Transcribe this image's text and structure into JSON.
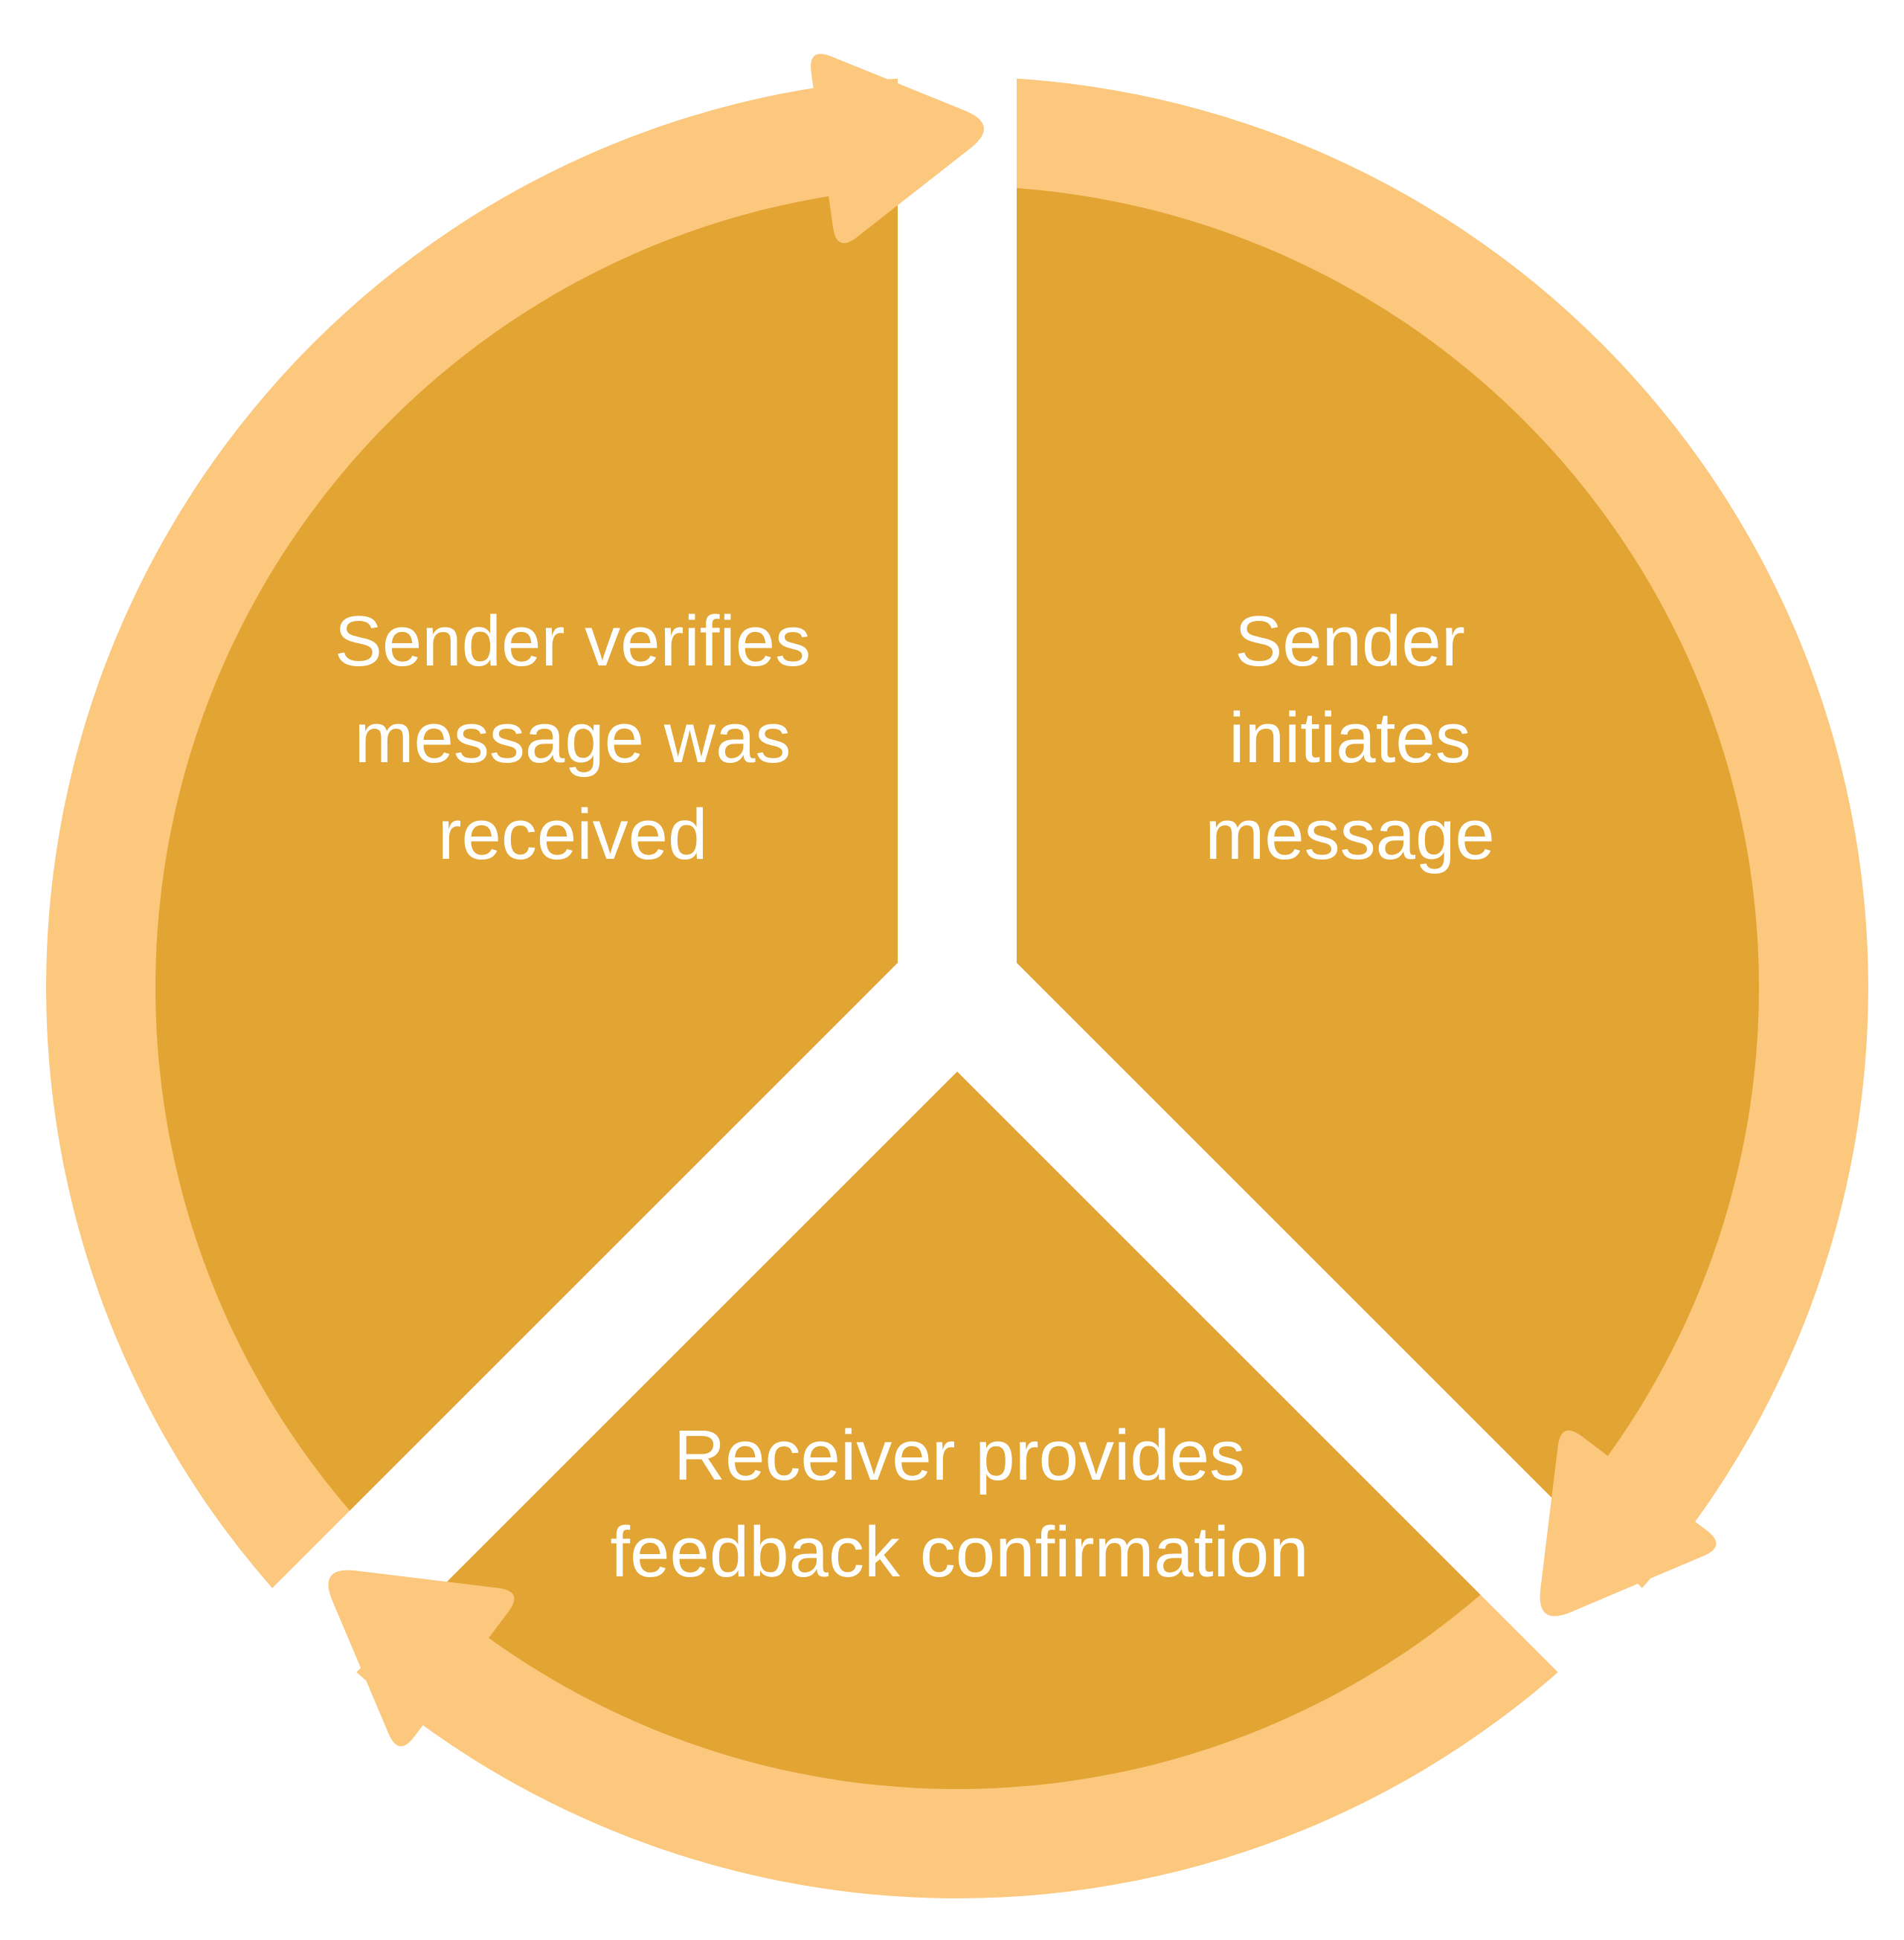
{
  "diagram": {
    "name": "communication-feedback-cycle",
    "flow_direction": "clockwise",
    "colors": {
      "ring_arrow": "#FBC87D",
      "segment": "#E2A433",
      "gap": "#FFFFFF",
      "label": "#FFFFFF",
      "background": "#FFFFFF"
    },
    "segments": {
      "right": {
        "lines": {
          "l1": "Sender",
          "l2": "initiates",
          "l3": "message"
        }
      },
      "bottom": {
        "lines": {
          "l1": "Receiver provides",
          "l2": "feedback confirmation"
        }
      },
      "left": {
        "lines": {
          "l1": "Sender verifies",
          "l2": "message was",
          "l3": "received"
        }
      }
    }
  }
}
